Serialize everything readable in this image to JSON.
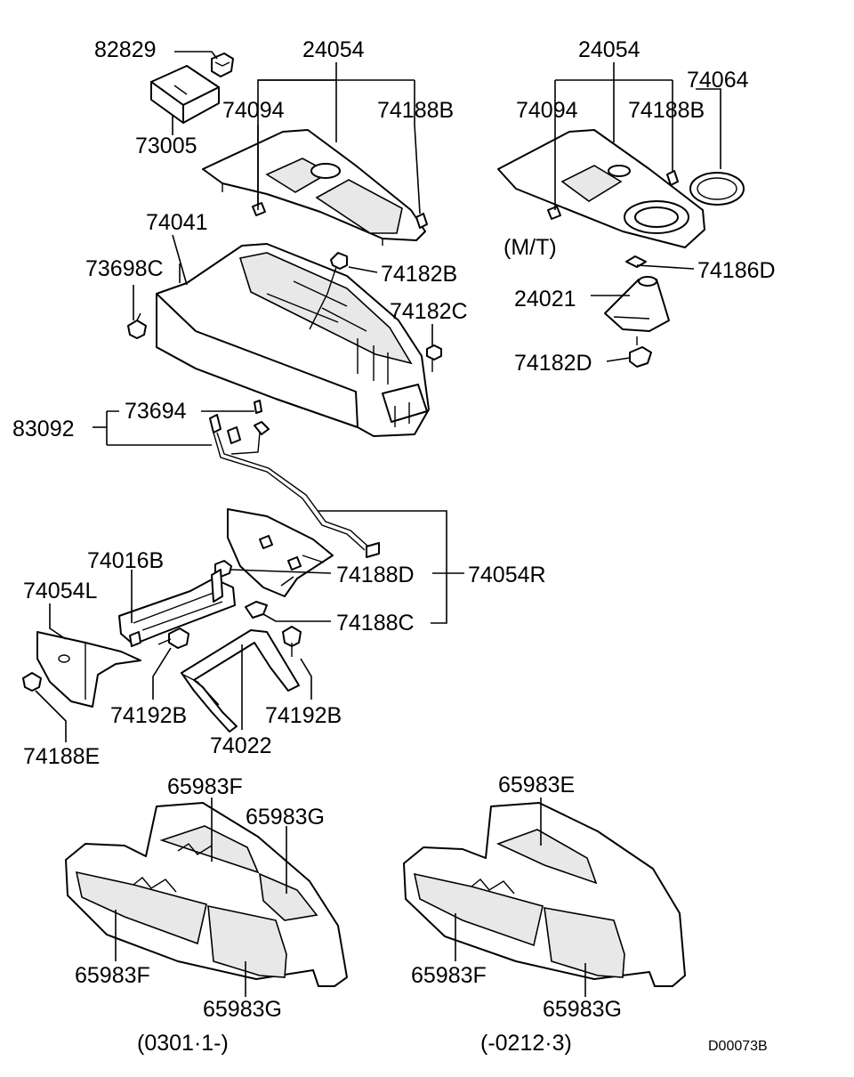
{
  "labels": {
    "p82829": "82829",
    "p24054_left": "24054",
    "p24054_right": "24054",
    "p74064": "74064",
    "p74094_left": "74094",
    "p74094_right": "74094",
    "p74188B_left": "74188B",
    "p74188B_right": "74188B",
    "p73005": "73005",
    "p74041": "74041",
    "p73698C": "73698C",
    "p74182B": "74182B",
    "mt_note": "(M/T)",
    "p74186D": "74186D",
    "p24021": "24021",
    "p74182C": "74182C",
    "p74182D": "74182D",
    "p73694": "73694",
    "p83092": "83092",
    "p74016B": "74016B",
    "p74188D": "74188D",
    "p74054R": "74054R",
    "p74054L": "74054L",
    "p74188C": "74188C",
    "p74192B_left": "74192B",
    "p74192B_right": "74192B",
    "p74022": "74022",
    "p74188E": "74188E",
    "p65983F_top": "65983F",
    "p65983G_top": "65983G",
    "p65983E": "65983E",
    "p65983F_left": "65983F",
    "p65983G_left": "65983G",
    "p65983F_right": "65983F",
    "p65983G_right": "65983G",
    "date_left": "(0301·1-)",
    "date_right": "(-0212·3)",
    "code": "D00073B"
  }
}
